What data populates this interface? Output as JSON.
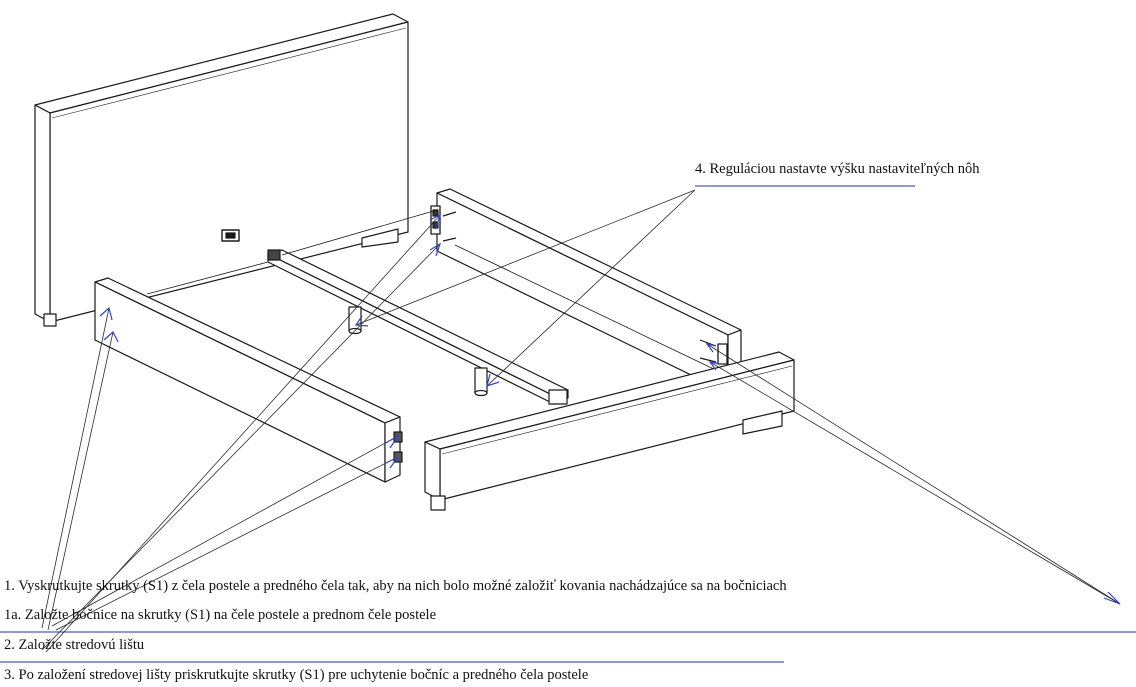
{
  "instructions": {
    "step_4": "4. Reguláciou nastavte výšku nastaviteľných nôh",
    "step_1": "1. Vyskrutkujte skrutky (S1) z čela postele a predného čela tak, aby na nich bolo možné založiť kovania nachádzajúce sa na bočniciach",
    "step_1a": "1a. Založte bočnice na skrutky (S1) na čele postele a prednom čele postele",
    "step_2": "2. Založte stredovú lištu",
    "step_3": "3. Po založení stredovej lišty priskrutkujte skrutky (S1) pre uchytenie bočníc a predného čela postele"
  },
  "colors": {
    "outline": "#1a1a1a",
    "leader": "#2a2a2a",
    "arrow": "#3344cc",
    "underline": "#2233aa"
  }
}
